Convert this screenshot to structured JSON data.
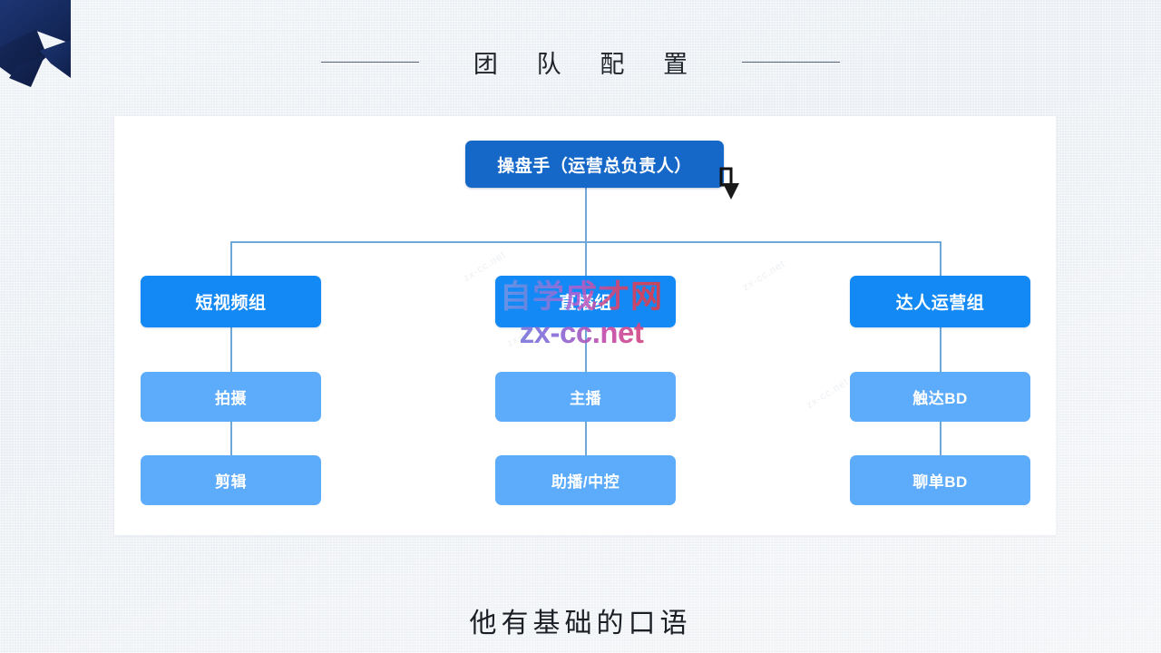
{
  "slide": {
    "title": "团 队 配 置",
    "caption": "他有基础的口语"
  },
  "decor": {
    "ribbon_name": "navy-ribbon-corner",
    "ribbon_color": "#172b62",
    "rule_color": "#5a6472"
  },
  "colors": {
    "root_node": "#1567c8",
    "level1_node": "#1289f5",
    "level2_node": "#5dabfb",
    "connector": "#6ea8d8",
    "card_bg": "#ffffff",
    "page_bg": "#eef2f6"
  },
  "org_chart": {
    "root": {
      "label": "操盘手（运营总负责人）"
    },
    "branches": [
      {
        "label": "短视频组",
        "children": [
          {
            "label": "拍摄"
          },
          {
            "label": "剪辑"
          }
        ]
      },
      {
        "label": "直播组",
        "children": [
          {
            "label": "主播"
          },
          {
            "label": "助播/中控"
          }
        ]
      },
      {
        "label": "达人运营组",
        "children": [
          {
            "label": "触达BD"
          },
          {
            "label": "聊单BD"
          }
        ]
      }
    ]
  },
  "watermark": {
    "cn": "自学成才网",
    "en": "zx-cc.net",
    "ghost": "zx-cc.net"
  },
  "cursor": {
    "name": "pointer-arrow"
  }
}
